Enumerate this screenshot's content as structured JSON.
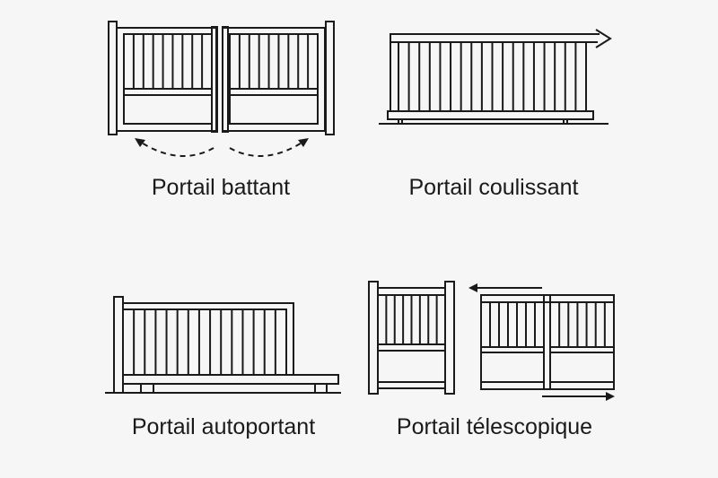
{
  "labels": {
    "swing": "Portail battant",
    "sliding": "Portail coulissant",
    "cantilever": "Portail autoportant",
    "telescopic": "Portail télescopique"
  },
  "colors": {
    "background": "#f5f6f5",
    "line": "#1a1a1a"
  }
}
